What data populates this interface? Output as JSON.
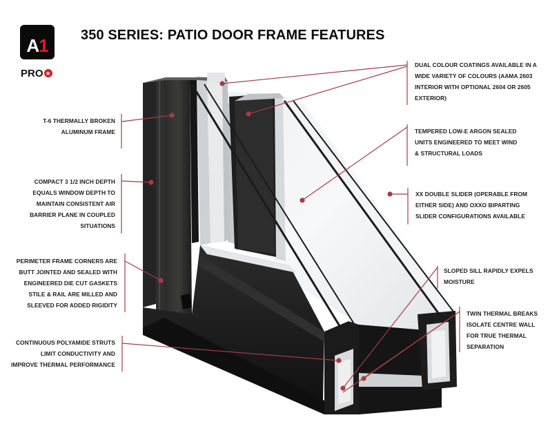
{
  "brand": {
    "logo_letter": "A",
    "logo_number": "1",
    "logo_sub": "PRO",
    "colors": {
      "logo_bg": "#0a0a0a",
      "accent_red": "#e11b22",
      "callout_line": "#a83a45"
    }
  },
  "header": {
    "title": "350 SERIES: PATIO DOOR FRAME FEATURES"
  },
  "callouts": {
    "dual_colour": {
      "side": "right",
      "lines": [
        "DUAL COLOUR  COATINGS AVAILABLE IN A",
        "WIDE VARIETY OF  COLOURS  (AAMA 2603",
        "INTERIOR WITH OPTIONAL 2604 OR 2605",
        "EXTERIOR)"
      ]
    },
    "tempered_glass": {
      "side": "right",
      "lines": [
        "TEMPERED LOW-E ARGON SEALED",
        "UNITS ENGINEERED TO MEET WIND",
        "& STRUCTURAL LOADS"
      ]
    },
    "xx_slider": {
      "side": "right",
      "lines": [
        "XX DOUBLE  SLIDER  (OPERABLE FROM",
        "EITHER SIDE) AND OXXO BIPARTING",
        "SLIDER CONFIGURATIONS AVAILABLE"
      ]
    },
    "sloped_sill": {
      "side": "right",
      "lines": [
        "SLOPED SILL RAPIDLY EXPELS",
        "MOISTURE"
      ]
    },
    "twin_thermal": {
      "side": "right",
      "lines": [
        "TWIN THERMAL BREAKS",
        "ISOLATE CENTRE WALL",
        "FOR TRUE THERMAL",
        "SEPARATION"
      ]
    },
    "t6_frame": {
      "side": "left",
      "lines": [
        "T-6 THERMALLY BROKEN",
        "ALUMINUM FRAME"
      ]
    },
    "compact_depth": {
      "side": "left",
      "lines": [
        "COMPACT 3 1/2  INCH DEPTH",
        "EQUALS WINDOW DEPTH TO",
        "MAINTAIN CONSISTENT AIR",
        "BARRIER PLANE IN COUPLED",
        "SITUATIONS"
      ]
    },
    "perimeter_corners": {
      "side": "left",
      "lines": [
        "PERIMETER FRAME CORNERS ARE",
        "BUTT JOINTED AND SEALED WITH",
        "ENGINEERED DIE CUT GASKETS"
      ]
    },
    "stile_rail": {
      "side": "left",
      "lines": [
        "STILE & RAIL ARE MILLED AND",
        "SLEEVED FOR ADDED RIGIDITY"
      ]
    },
    "polyamide_struts": {
      "side": "left",
      "lines": [
        "CONTINUOUS POLYAMIDE STRUTS",
        "LIMIT CONDUCTIVITY  AND",
        "IMPROVE THERMAL PERFORMANCE"
      ]
    }
  }
}
